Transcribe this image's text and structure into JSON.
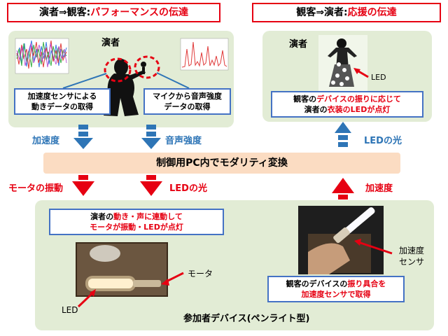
{
  "left_title": {
    "prefix": "演者⇒観客:",
    "highlight": "パフォーマンスの伝達"
  },
  "right_title": {
    "prefix": "観客⇒演者:",
    "highlight": "応援の伝達"
  },
  "top_left": {
    "performer_label": "演者",
    "caption_accel": "加速度センサによる\n動きデータの取得",
    "caption_mic": "マイクから音声強度\nデータの取得"
  },
  "top_right": {
    "performer_label": "演者",
    "led_label": "LED",
    "caption_line1_a": "観客の",
    "caption_line1_b": "デバイスの振りに応じて",
    "caption_line2_a": "演者の",
    "caption_line2_b": "衣装のLEDが点灯"
  },
  "flow": {
    "accel_up": "加速度",
    "sound_up": "音声強度",
    "led_light_right": "LEDの光",
    "motor_vibration": "モータの振動",
    "led_light_down": "LEDの光",
    "accel_right": "加速度"
  },
  "band_label": "制御用PC内でモダリティ変換",
  "bottom": {
    "caption_a_1": "演者の",
    "caption_a_2": "動き・声に連動して",
    "caption_a_3": "モータが振動・LEDが点灯",
    "motor_label": "モータ",
    "led_label": "LED",
    "accel_label": "加速度\nセンサ",
    "caption_b_1": "観客のデバイスの",
    "caption_b_2": "振り具合を",
    "caption_b_3": "加速度センサで取得",
    "device_label": "参加者デバイス(ペンライト型)"
  },
  "colors": {
    "accent_red": "#e60012",
    "accent_blue": "#2e75b6",
    "panel": "#e2ecd5",
    "band": "#fbdcc2"
  }
}
